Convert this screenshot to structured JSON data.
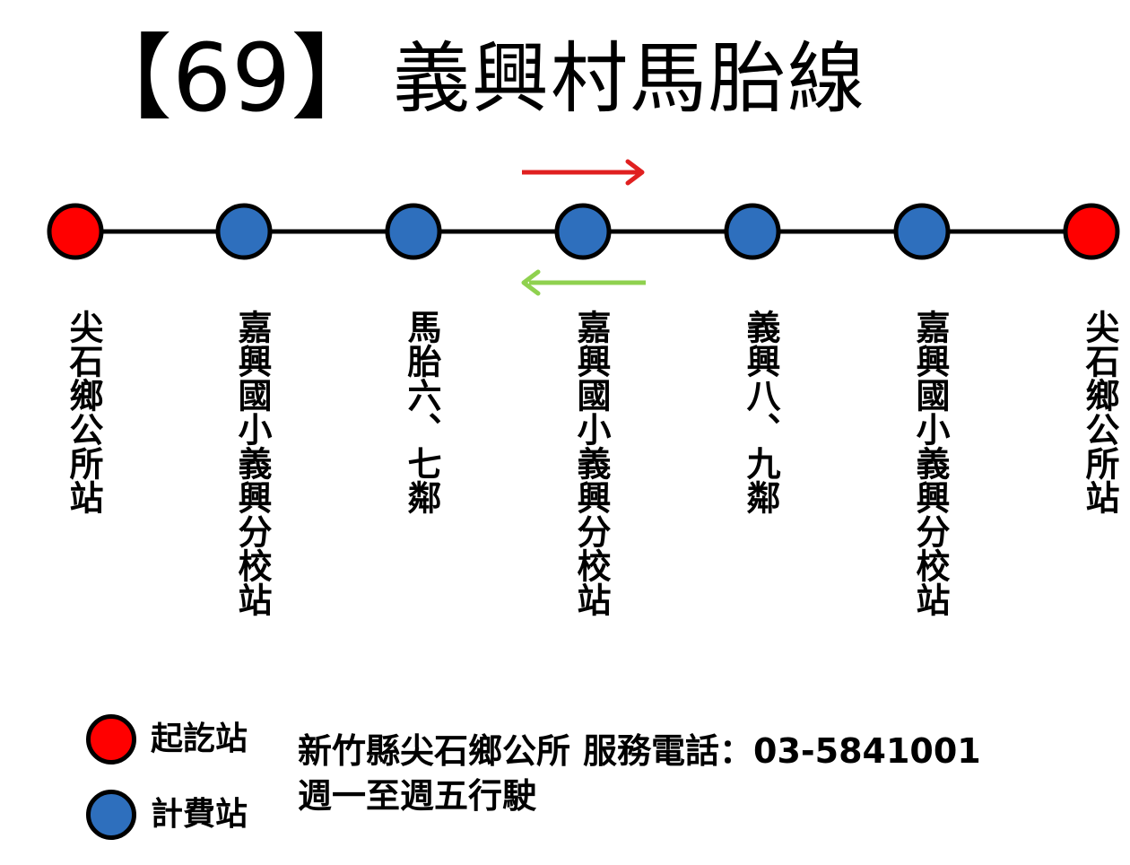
{
  "header": {
    "route_number": "【69】",
    "route_name": "義興村馬胎線"
  },
  "colors": {
    "terminal": "#ff0000",
    "fare_stop": "#2e6fbd",
    "line": "#000000",
    "arrow_forward": "#e02020",
    "arrow_backward": "#8fd14f"
  },
  "stops": [
    {
      "name": "尖石鄉公所站",
      "type": "terminal"
    },
    {
      "name": "嘉興國小義興分校站",
      "type": "fare_stop"
    },
    {
      "name": "馬胎六、七鄰",
      "type": "fare_stop"
    },
    {
      "name": "嘉興國小義興分校站",
      "type": "fare_stop"
    },
    {
      "name": "義興八、九鄰",
      "type": "fare_stop"
    },
    {
      "name": "嘉興國小義興分校站",
      "type": "fare_stop"
    },
    {
      "name": "尖石鄉公所站",
      "type": "terminal"
    }
  ],
  "legend": {
    "terminal_label": "起訖站",
    "fare_stop_label": "計費站"
  },
  "info": {
    "operator": "新竹縣尖石鄉公所",
    "phone_label": "服務電話：03-5841001",
    "schedule": "週一至週五行駛"
  }
}
